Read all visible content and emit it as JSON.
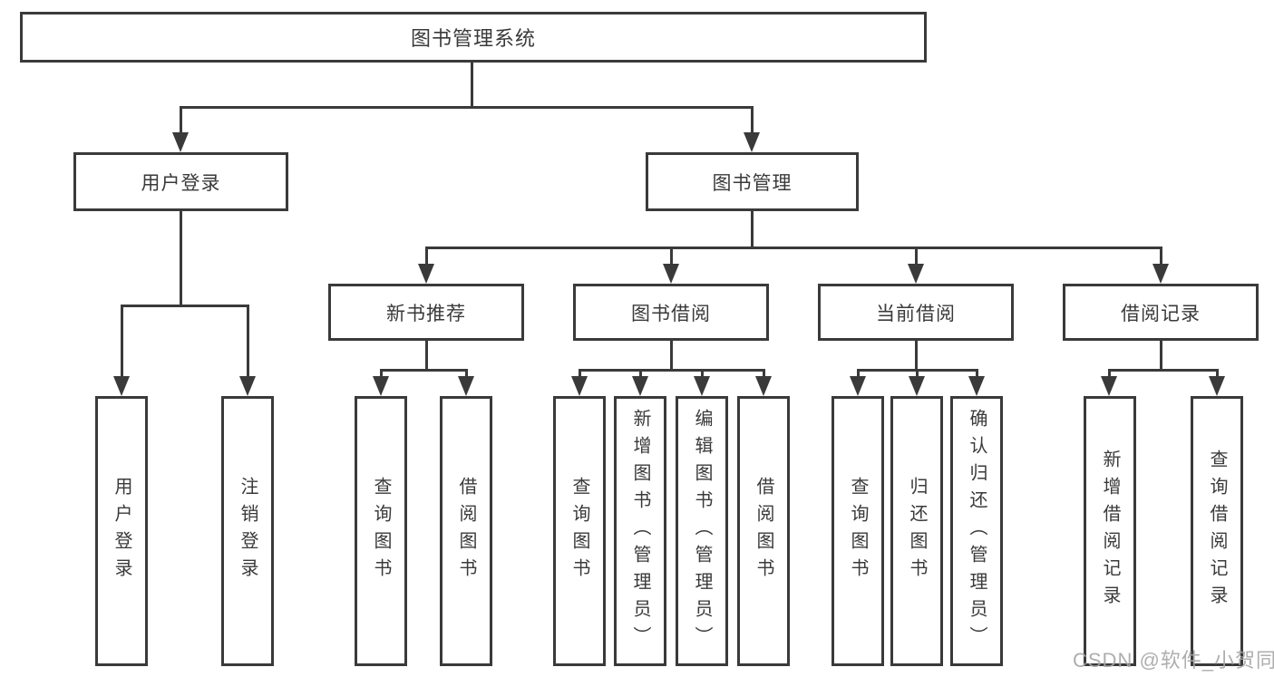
{
  "diagram": {
    "root": {
      "label": "图书管理系统"
    },
    "branches": [
      {
        "label": "用户登录",
        "children": [
          {
            "label": "用户登录"
          },
          {
            "label": "注销登录"
          }
        ]
      },
      {
        "label": "图书管理",
        "children": [
          {
            "label": "新书推荐",
            "children": [
              {
                "label": "查询图书"
              },
              {
                "label": "借阅图书"
              }
            ]
          },
          {
            "label": "图书借阅",
            "children": [
              {
                "label": "查询图书"
              },
              {
                "label": "新增图书（管理员）"
              },
              {
                "label": "编辑图书（管理员）"
              },
              {
                "label": "借阅图书"
              }
            ]
          },
          {
            "label": "当前借阅",
            "children": [
              {
                "label": "查询图书"
              },
              {
                "label": "归还图书"
              },
              {
                "label": "确认归还（管理员）"
              }
            ]
          },
          {
            "label": "借阅记录",
            "children": [
              {
                "label": "新增借阅记录"
              },
              {
                "label": "查询借阅记录"
              }
            ]
          }
        ]
      }
    ]
  },
  "watermark": {
    "text": "CSDN @软件_小贺同学"
  },
  "colors": {
    "line": "#3a3a3a",
    "text": "#3a3a3a",
    "background": "#ffffff"
  }
}
